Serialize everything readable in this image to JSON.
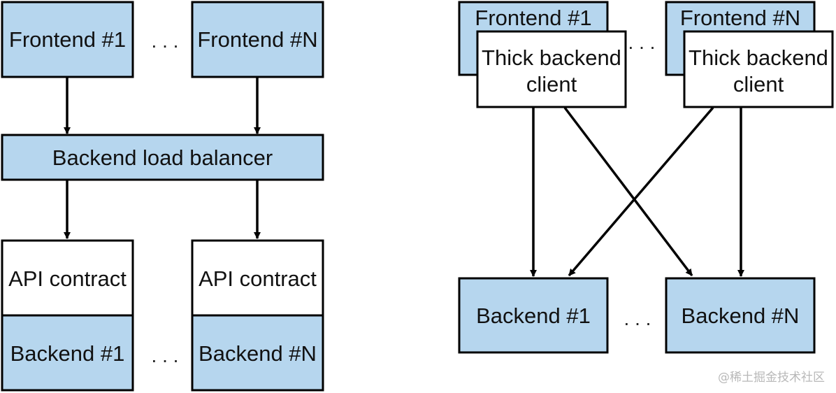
{
  "colors": {
    "fill_blue": "#b6d6ee",
    "stroke": "#000000",
    "white": "#ffffff"
  },
  "left": {
    "frontend_1": "Frontend #1",
    "frontend_n": "Frontend #N",
    "ellipsis_top": ". . .",
    "load_balancer": "Backend load balancer",
    "api_contract_1": "API contract",
    "api_contract_n": "API contract",
    "backend_1": "Backend #1",
    "backend_n": "Backend #N",
    "ellipsis_bottom": ". . ."
  },
  "right": {
    "frontend_1": "Frontend #1",
    "frontend_n": "Frontend #N",
    "client_1": [
      "Thick backend",
      "client"
    ],
    "client_n": [
      "Thick backend",
      "client"
    ],
    "ellipsis_top": ". . .",
    "backend_1": "Backend #1",
    "backend_n": "Backend #N",
    "ellipsis_bottom": ". . ."
  },
  "watermark": "@稀土掘金技术社区"
}
